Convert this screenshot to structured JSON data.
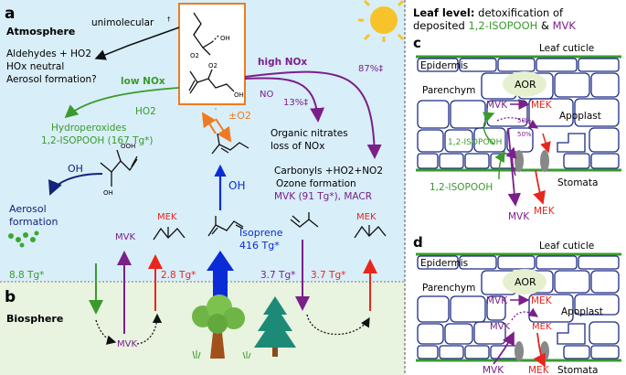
{
  "panel_labels": {
    "a": "a",
    "b": "b",
    "c": "c",
    "d": "d"
  },
  "atmosphere": {
    "title": "Atmosphere",
    "unimolecular": "unimolecular",
    "dagger": "†",
    "aldehydes": "Aldehydes + HO2",
    "hox_neutral": "HOx neutral",
    "aerosol_q": "Aerosol formation?",
    "low_nox": "low NOx",
    "high_nox": "high NOx",
    "ho2": "HO2",
    "hydroperoxides": "Hydroperoxides",
    "isopooh_flux": "1,2-ISOPOOH (167 Tg*)",
    "o2_label": "±O2",
    "no": "NO",
    "pct13": "13%‡",
    "pct87": "87%‡",
    "organic_nitrates": "Organic nitrates",
    "loss_nox": "loss of NOx",
    "carbonyls": "Carbonyls +HO2+NO2",
    "ozone": "Ozone formation",
    "mvk_macr": "MVK (91 Tg*), MACR",
    "oh1": "OH",
    "oh2": "OH",
    "aerosol1": "Aerosol",
    "aerosol2": "formation",
    "mvk_up": "MVK",
    "mek1": "MEK",
    "mek2": "MEK",
    "isoprene": "Isoprene",
    "isoprene_flux": "416 Tg*",
    "oh_struct": "OH",
    "ooh_struct": "OOH",
    "o2_struct": "O2",
    "o2_struct2": "O2"
  },
  "fluxes": {
    "f1": "8.8 Tg*",
    "f2": "2.8 Tg*",
    "f3": "3.7 Tg*",
    "f4": "3.7 Tg*"
  },
  "biosphere": {
    "title": "Biosphere",
    "mvk": "MVK"
  },
  "leaf": {
    "heading_bold": "Leaf level:",
    "heading_rest": " detoxification of",
    "heading_line2a": "deposited ",
    "heading_isopooh": "1,2-ISOPOOH",
    "heading_amp": " & ",
    "heading_mvk": "MVK",
    "cuticle": "Leaf cuticle",
    "epidermis": "Epidermis",
    "parenchym": "Parenchym",
    "aor": "AOR",
    "mvk": "MVK",
    "mek": "MEK",
    "apoplast": "Apoplast",
    "stomata": "Stomata",
    "isopooh": "1,2-ISOPOOH",
    "pct50a": "50%",
    "pct50b": "50%"
  },
  "colors": {
    "sky": "#d8eef8",
    "ground": "#e8f3e0",
    "green": "#3a9a2c",
    "purple": "#7b1f8a",
    "red": "#e8261d",
    "blue": "#0a2cd6",
    "navy": "#13237a",
    "orange": "#ee7a22",
    "cell": "#1c2b84"
  }
}
